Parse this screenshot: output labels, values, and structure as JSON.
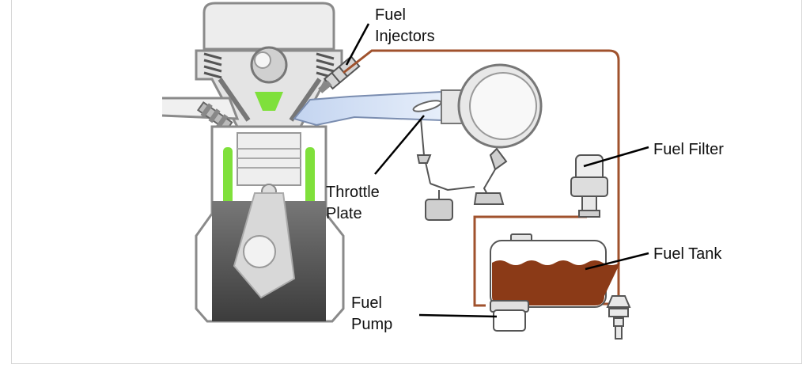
{
  "labels": {
    "fuel_injectors": [
      "Fuel",
      "Injectors"
    ],
    "throttle_plate": [
      "Throttle",
      "Plate"
    ],
    "fuel_filter": "Fuel Filter",
    "fuel_tank": "Fuel Tank",
    "fuel_pump": [
      "Fuel",
      "Pump"
    ]
  },
  "colors": {
    "fuel_line": "#a0522d",
    "fuel": "#8b3a17",
    "coolant": "#8ee04b",
    "intake_air": "#cfdcf2",
    "engine_dark": "#4a4a4a",
    "engine_outline": "#8a8a8a"
  }
}
